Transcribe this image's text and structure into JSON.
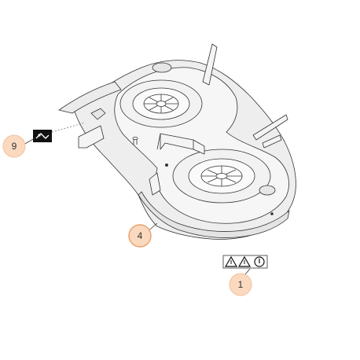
{
  "diagram": {
    "callouts": [
      {
        "id": "callout-9",
        "label": "9",
        "part": "instruction-decal"
      },
      {
        "id": "callout-4",
        "label": "4",
        "part": "cutting-deck-housing"
      },
      {
        "id": "callout-1",
        "label": "1",
        "part": "safety-warning-decal"
      }
    ],
    "colors": {
      "callout_fill": "#fbd9bf",
      "callout_stroke": "#e8a06a",
      "line_art": "#333333",
      "deck_shade": "#e9e9e9"
    },
    "icons": [
      "instruction-decal-icon",
      "warning-triangle-icon",
      "warning-triangle-icon",
      "caution-circle-icon"
    ]
  }
}
